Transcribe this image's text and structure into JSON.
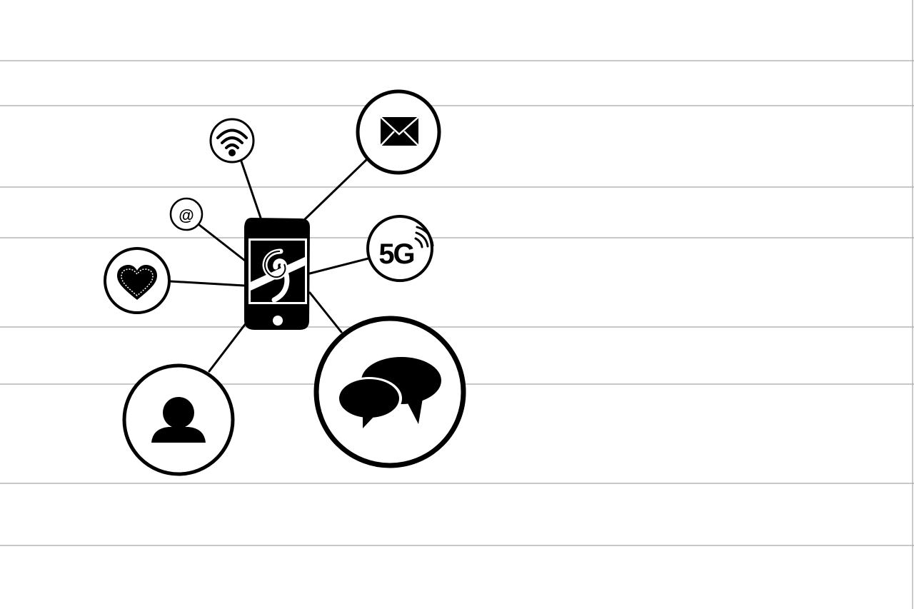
{
  "colors": {
    "background": "#ffffff",
    "ink": "#000000",
    "ruled_line": "#a6a6a6"
  },
  "hub": {
    "icon": "smartphone-icon",
    "screen_glyph": "spiral-logo-icon"
  },
  "nodes": [
    {
      "id": "wifi",
      "icon": "wifi-icon"
    },
    {
      "id": "mail",
      "icon": "envelope-icon"
    },
    {
      "id": "at",
      "icon": "at-sign-icon",
      "label": "@"
    },
    {
      "id": "5g",
      "icon": "5g-signal-icon",
      "label": "5G"
    },
    {
      "id": "heart",
      "icon": "heart-icon"
    },
    {
      "id": "user",
      "icon": "user-icon"
    },
    {
      "id": "chat",
      "icon": "chat-bubbles-icon"
    }
  ]
}
